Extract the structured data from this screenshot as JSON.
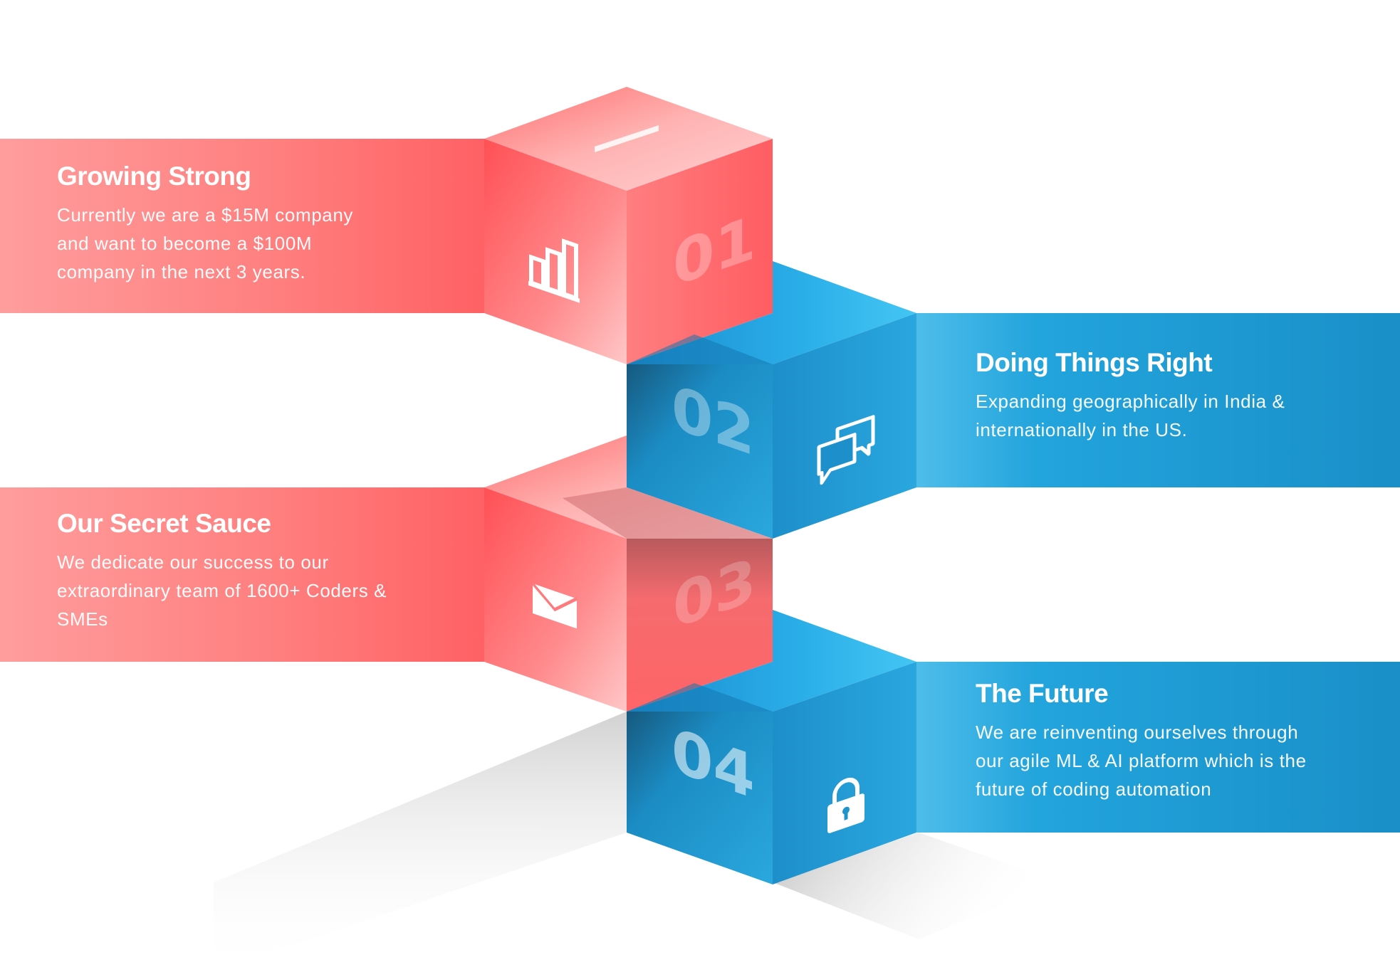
{
  "steps": [
    {
      "number": "01",
      "title": "Growing Strong",
      "body_lines": [
        "Currently we are a $15M  company",
        "and want to become a $100M",
        "company in the next 3 years."
      ],
      "icon": "bar-chart-icon",
      "color": "#ff5a5f"
    },
    {
      "number": "02",
      "title": "Doing Things Right",
      "body_lines": [
        "Expanding geographically in India &",
        "internationally in the US."
      ],
      "icon": "chat-bubbles-icon",
      "color": "#1e9fd8"
    },
    {
      "number": "03",
      "title": "Our Secret Sauce",
      "body_lines": [
        "We dedicate our success to our",
        "extraordinary team of 1600+ Coders &",
        "SMEs"
      ],
      "icon": "envelope-icon",
      "color": "#ff5a5f"
    },
    {
      "number": "04",
      "title": "The Future",
      "body_lines": [
        "We are reinventing ourselves through",
        "our agile ML & AI platform which is the",
        "future of coding automation"
      ],
      "icon": "padlock-icon",
      "color": "#1e9fd8"
    }
  ]
}
